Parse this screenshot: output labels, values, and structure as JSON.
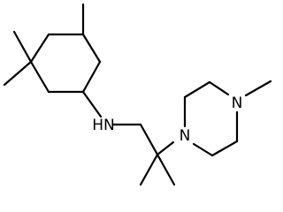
{
  "molecule": {
    "atoms": {
      "nh": "HN",
      "n_piperazine_1": "N",
      "n_piperazine_4": "N"
    },
    "colors": {
      "bond": "#000000",
      "text": "#000000",
      "background": "#ffffff"
    }
  }
}
